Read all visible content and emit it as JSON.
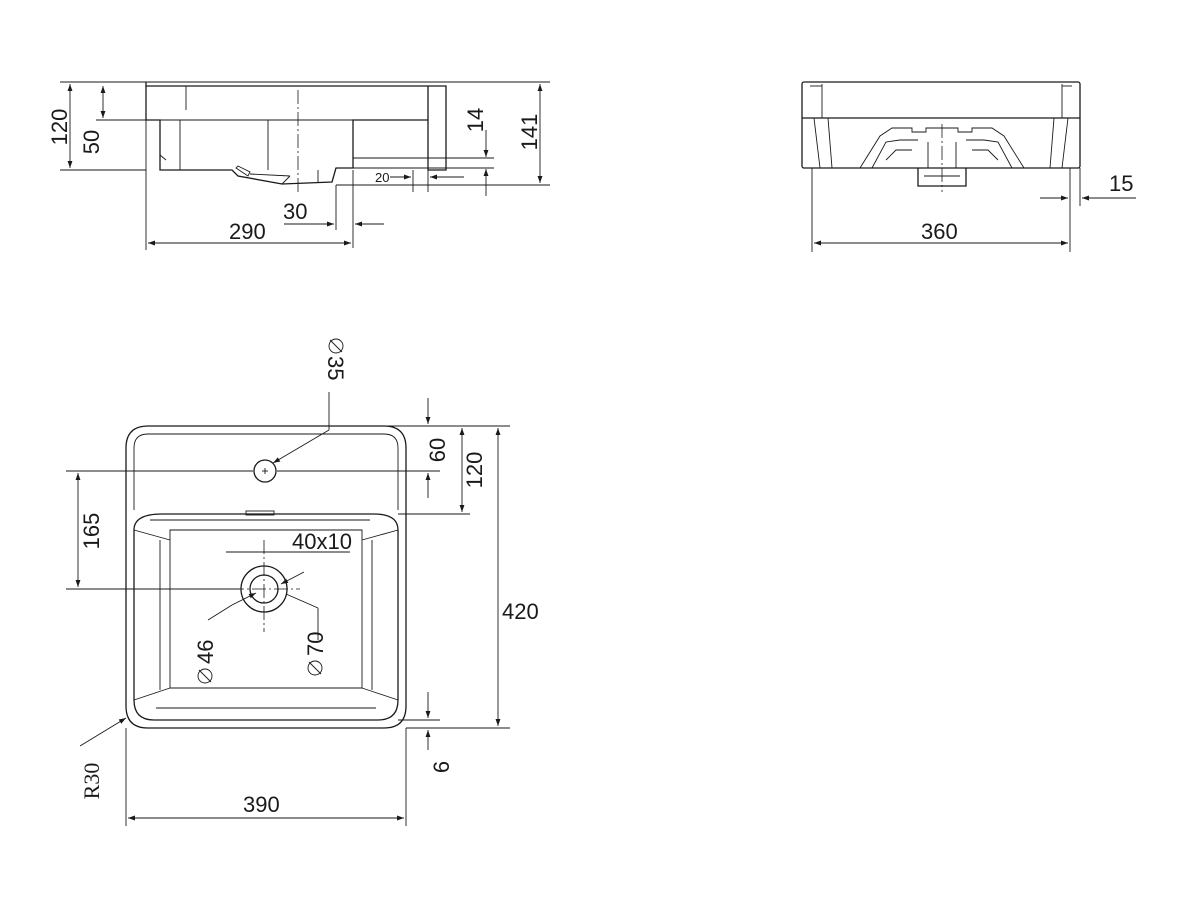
{
  "side_view": {
    "dim_120": "120",
    "dim_50": "50",
    "dim_14": "14",
    "dim_141": "141",
    "dim_20": "20",
    "dim_30": "30",
    "dim_290": "290"
  },
  "front_view": {
    "dim_15": "15",
    "dim_360": "360"
  },
  "plan_view": {
    "dim_tap_hole": "35",
    "dim_60": "60",
    "dim_120": "120",
    "dim_165": "165",
    "dim_overflow": "40x10",
    "dim_420": "420",
    "dim_waste_inner": "46",
    "dim_waste_outer": "70",
    "dim_6": "6",
    "dim_radius": "R30",
    "dim_390": "390"
  }
}
